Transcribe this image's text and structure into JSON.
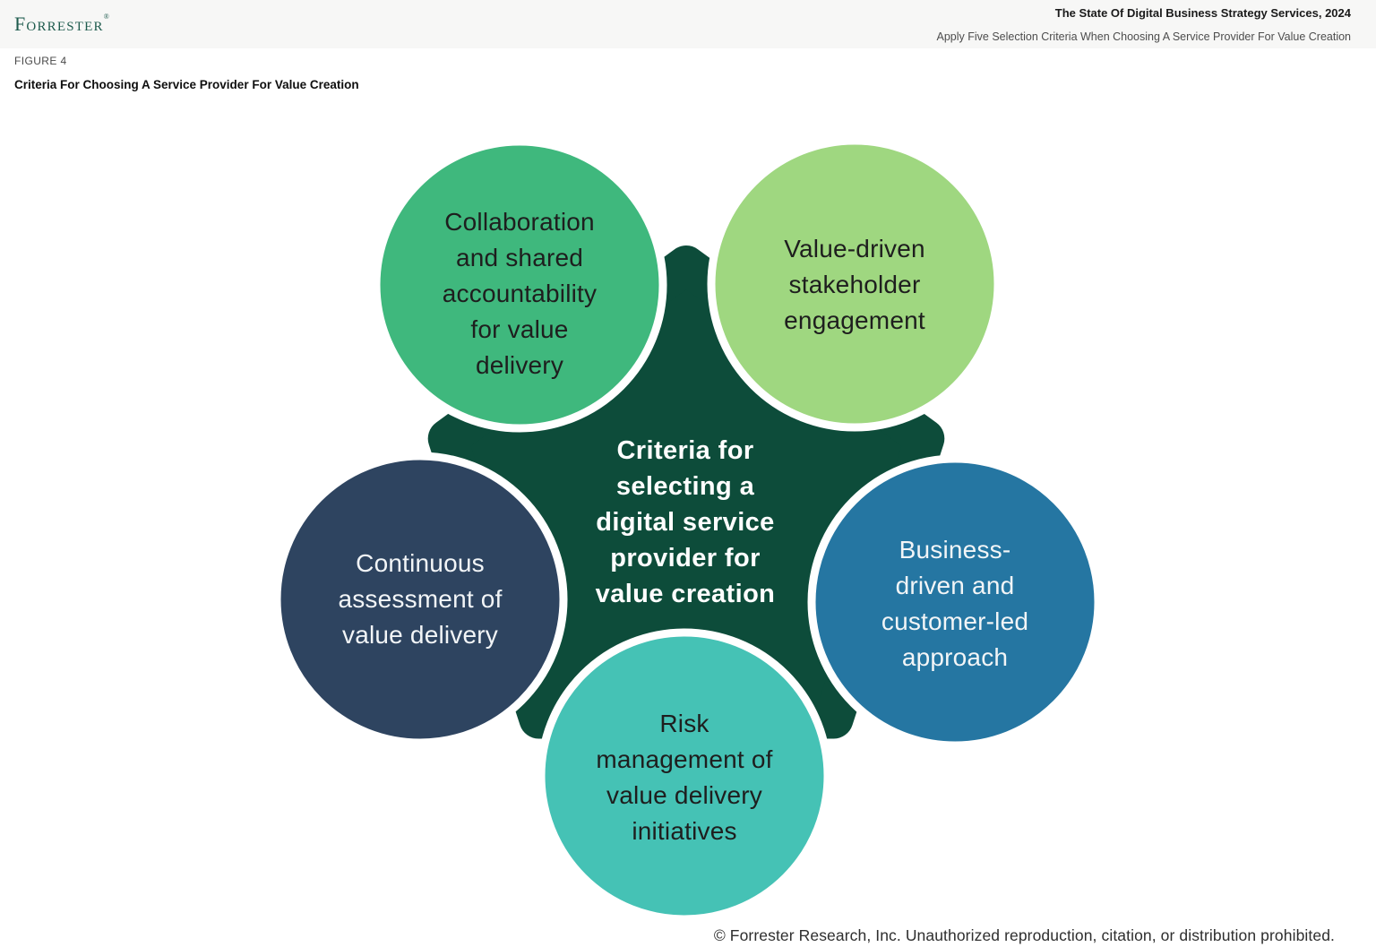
{
  "header": {
    "logo": "Forrester",
    "logo_reg": "®",
    "logo_color": "#1E5B4D",
    "title": "The State Of Digital Business Strategy Services, 2024",
    "subtitle": "Apply Five Selection Criteria When Choosing A Service Provider For Value Creation"
  },
  "figure": {
    "label": "FIGURE 4",
    "title": "Criteria For Choosing A Service Provider For Value Creation"
  },
  "diagram": {
    "center": {
      "text": "Criteria for\nselecting a\ndigital service\nprovider for\nvalue creation",
      "color": "#0D4C3A",
      "text_color": "#FFFFFF"
    },
    "criteria": [
      {
        "id": "collaboration",
        "text": "Collaboration\nand shared\naccountability\nfor value\ndelivery",
        "color": "#3FB87D",
        "text_color": "#1E1E1E"
      },
      {
        "id": "value-driven-engagement",
        "text": "Value-driven\nstakeholder\nengagement",
        "color": "#9FD780",
        "text_color": "#1E1E1E"
      },
      {
        "id": "continuous-assessment",
        "text": "Continuous\nassessment of\nvalue delivery",
        "color": "#2E4460",
        "text_color": "#F2F5F7"
      },
      {
        "id": "business-driven-approach",
        "text": "Business-\ndriven and\ncustomer-led\napproach",
        "color": "#2576A2",
        "text_color": "#F2F5F7"
      },
      {
        "id": "risk-management",
        "text": "Risk\nmanagement of\nvalue delivery\ninitiatives",
        "color": "#45C2B5",
        "text_color": "#1E1E1E"
      }
    ]
  },
  "footer": {
    "copyright": "© Forrester Research, Inc. Unauthorized reproduction, citation, or distribution prohibited."
  }
}
